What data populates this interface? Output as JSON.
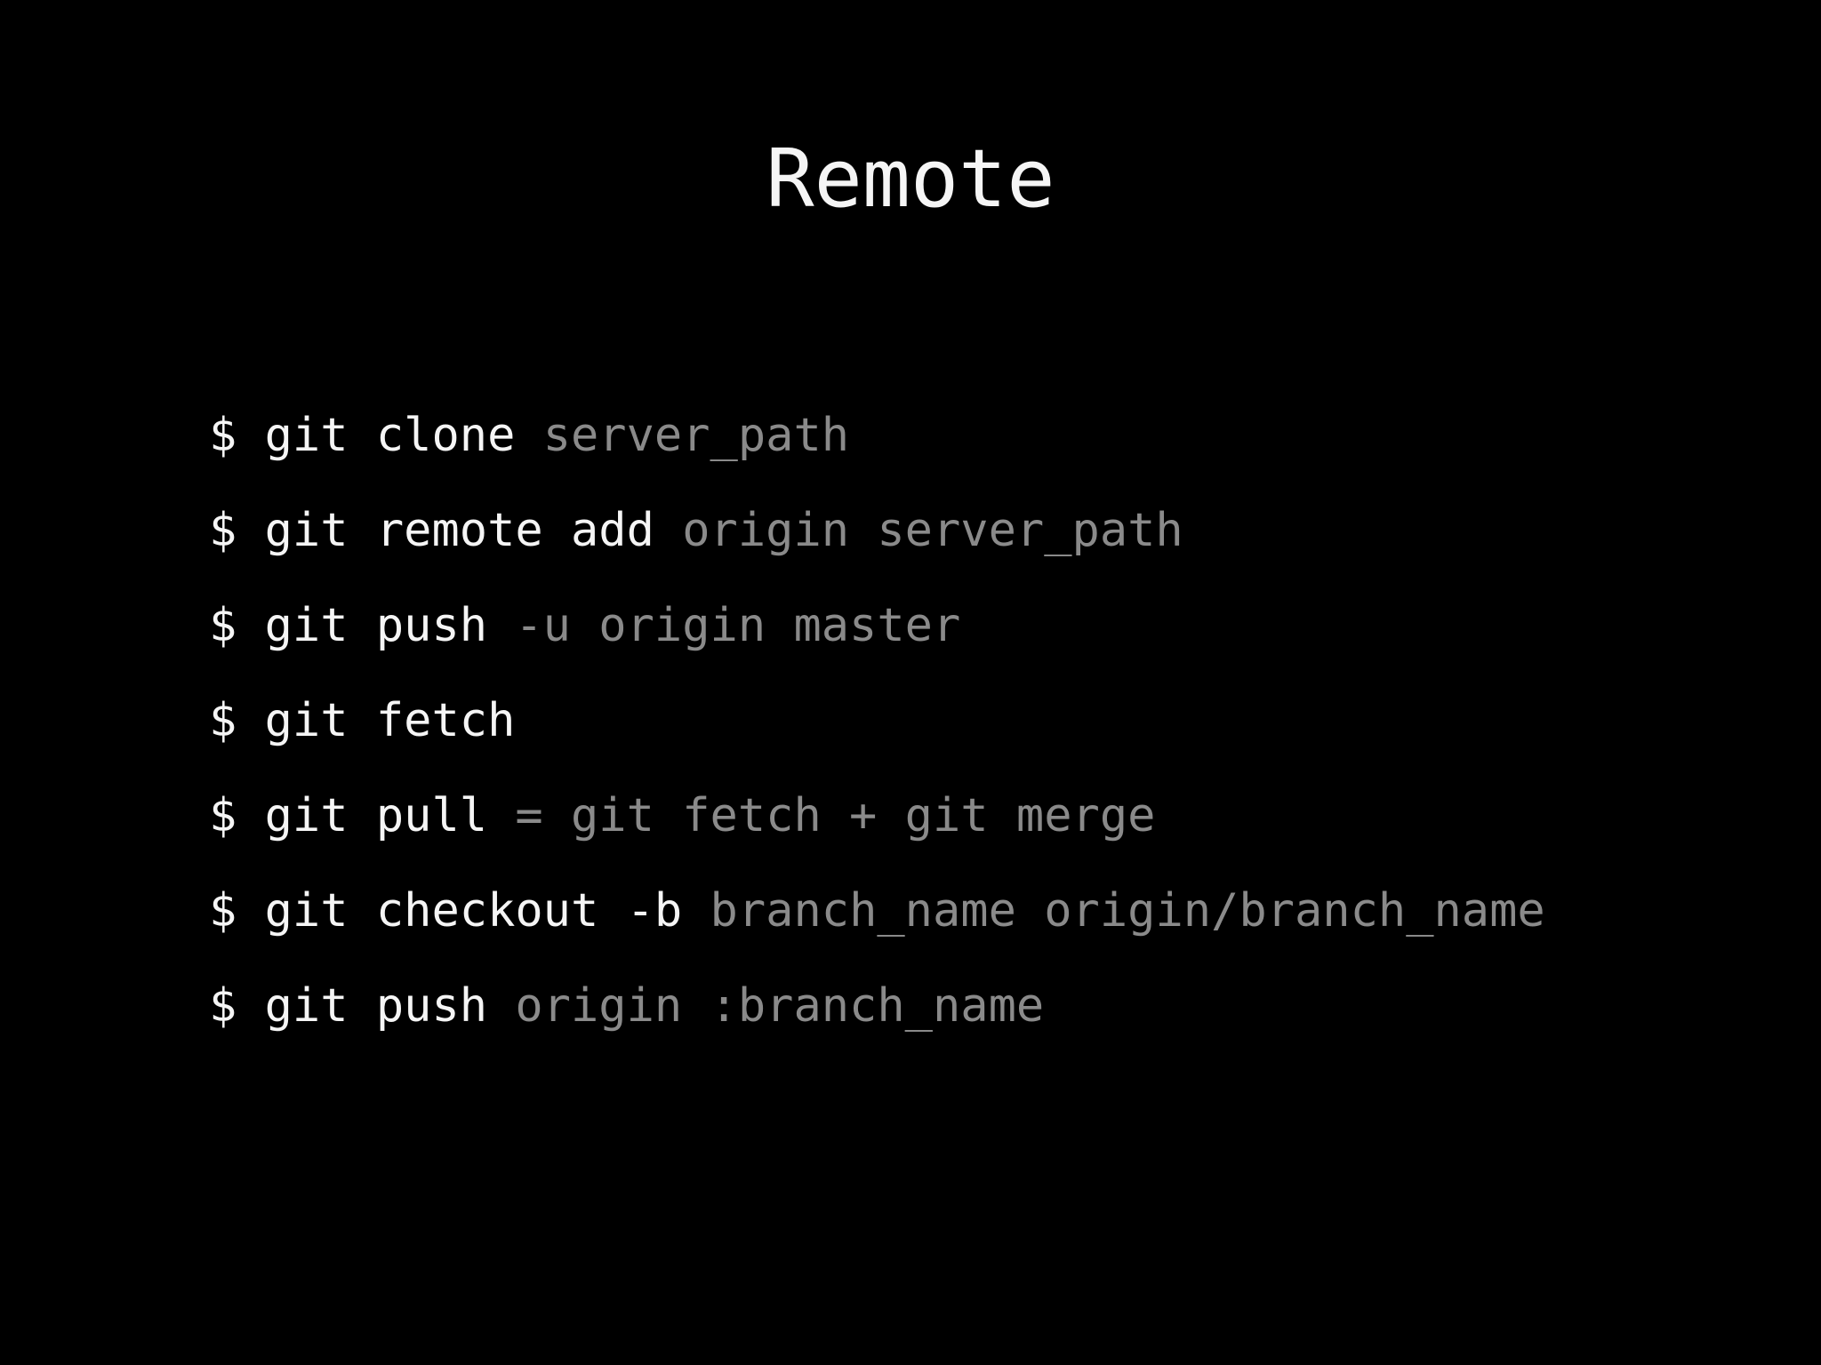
{
  "slide": {
    "title": "Remote",
    "colors": {
      "background": "#000000",
      "text_bright": "#f5f5f5",
      "text_dim": "#8a8a8a"
    },
    "commands": [
      {
        "segments": [
          {
            "text": "$ git clone ",
            "style": "bright"
          },
          {
            "text": "server_path",
            "style": "dim"
          }
        ]
      },
      {
        "segments": [
          {
            "text": "$ git remote add ",
            "style": "bright"
          },
          {
            "text": "origin server_path",
            "style": "dim"
          }
        ]
      },
      {
        "segments": [
          {
            "text": "$ git push ",
            "style": "bright"
          },
          {
            "text": "-u origin master",
            "style": "dim"
          }
        ]
      },
      {
        "segments": [
          {
            "text": "$ git fetch",
            "style": "bright"
          }
        ]
      },
      {
        "segments": [
          {
            "text": "$ git pull ",
            "style": "bright"
          },
          {
            "text": "= git fetch + git merge",
            "style": "dim"
          }
        ]
      },
      {
        "segments": [
          {
            "text": "$ git checkout -b ",
            "style": "bright"
          },
          {
            "text": "branch_name origin/branch_name",
            "style": "dim"
          }
        ]
      },
      {
        "segments": [
          {
            "text": "$ git push ",
            "style": "bright"
          },
          {
            "text": "origin :branch_name",
            "style": "dim"
          }
        ]
      }
    ]
  }
}
